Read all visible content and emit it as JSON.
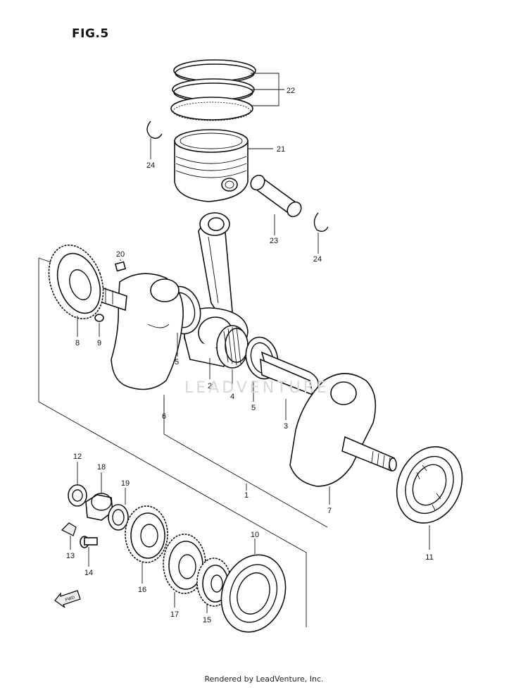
{
  "figure": {
    "title": "FIG.5"
  },
  "watermark": "LEADVENTURE",
  "footer": "Rendered by LeadVenture, Inc.",
  "callouts": [
    {
      "id": "c22",
      "text": "22"
    },
    {
      "id": "c21",
      "text": "21"
    },
    {
      "id": "c24a",
      "text": "24"
    },
    {
      "id": "c23",
      "text": "23"
    },
    {
      "id": "c24b",
      "text": "24"
    },
    {
      "id": "c20",
      "text": "20"
    },
    {
      "id": "c8",
      "text": "8"
    },
    {
      "id": "c9",
      "text": "9"
    },
    {
      "id": "c5a",
      "text": "5"
    },
    {
      "id": "c2",
      "text": "2"
    },
    {
      "id": "c4",
      "text": "4"
    },
    {
      "id": "c5b",
      "text": "5"
    },
    {
      "id": "c3",
      "text": "3"
    },
    {
      "id": "c6",
      "text": "6"
    },
    {
      "id": "c1",
      "text": "1"
    },
    {
      "id": "c7",
      "text": "7"
    },
    {
      "id": "c11",
      "text": "11"
    },
    {
      "id": "c12",
      "text": "12"
    },
    {
      "id": "c18",
      "text": "18"
    },
    {
      "id": "c19",
      "text": "19"
    },
    {
      "id": "c13",
      "text": "13"
    },
    {
      "id": "c14",
      "text": "14"
    },
    {
      "id": "c16",
      "text": "16"
    },
    {
      "id": "c10",
      "text": "10"
    },
    {
      "id": "c17",
      "text": "17"
    },
    {
      "id": "c15",
      "text": "15"
    }
  ],
  "direction_arrow": {
    "text": "FWD",
    "icon": "forward-arrow-icon"
  }
}
